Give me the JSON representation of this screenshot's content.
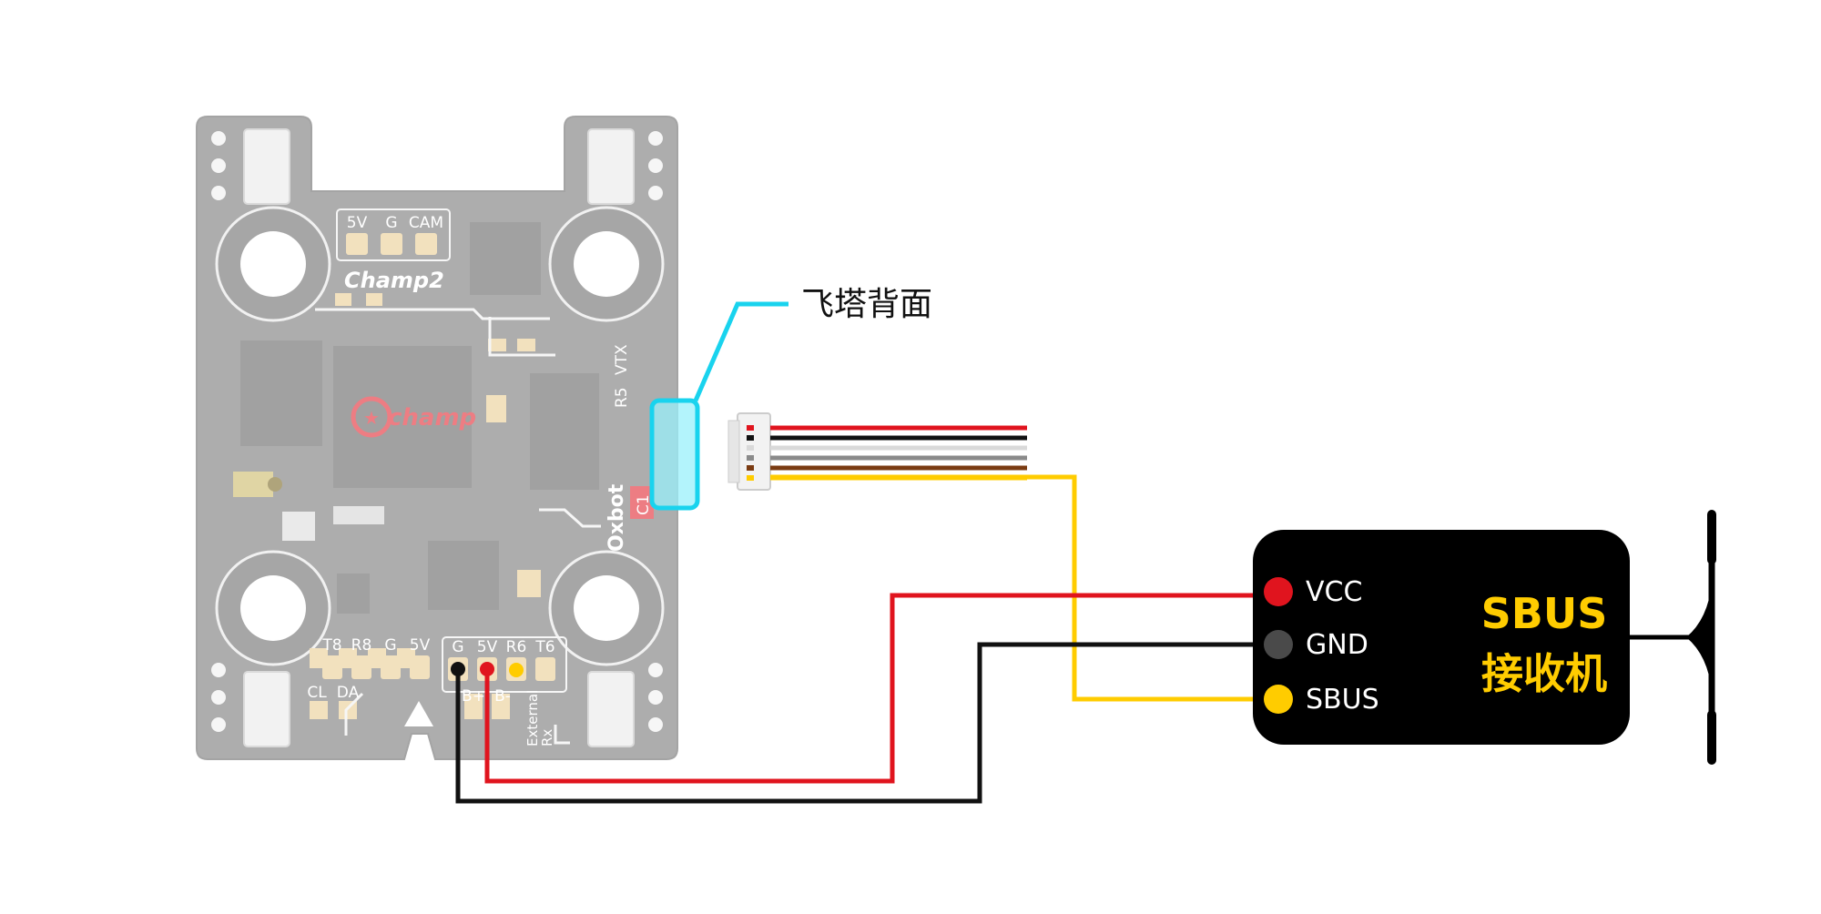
{
  "board": {
    "brand": "Champ2",
    "chip_logo": "champ",
    "vendor": "Oxbot",
    "pad_group_top": [
      "5V",
      "G",
      "CAM"
    ],
    "pad_group_bottom_left": [
      "T8",
      "R8",
      "G",
      "5V"
    ],
    "pad_group_bottom_mid": [
      "G",
      "5V",
      "R6",
      "T6"
    ],
    "pad_group_small": [
      "CL",
      "DA"
    ],
    "battery_pads": [
      "B+",
      "B-"
    ],
    "side_label_1": "R5",
    "side_label_2": "VTX",
    "external_rx_line1": "External",
    "external_rx_line2": "Rx",
    "side_tag": "C1"
  },
  "callout": {
    "label": "飞塔背面",
    "color": "#19d3ee"
  },
  "receiver": {
    "title_line1": "SBUS",
    "title_line2": "接收机",
    "title_color": "#ffcc00",
    "body_color": "#000000",
    "pins": [
      {
        "label": "VCC",
        "color": "#e0141e"
      },
      {
        "label": "GND",
        "color": "#4a4a4a"
      },
      {
        "label": "SBUS",
        "color": "#ffcc00"
      }
    ]
  },
  "wires": {
    "vcc": "#e0141e",
    "gnd": "#111111",
    "sbus": "#ffcc00"
  },
  "connector_wire_colors": [
    "#e0141e",
    "#111111",
    "#d9d9d9",
    "#8a8a8a",
    "#7a3b12",
    "#ffcc00"
  ]
}
